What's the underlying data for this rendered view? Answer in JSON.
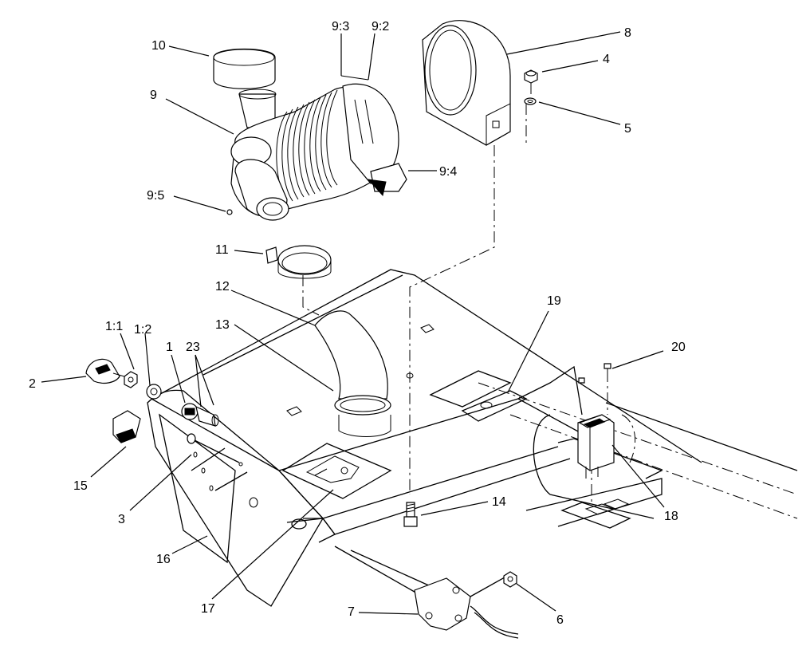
{
  "callouts": {
    "c10": "10",
    "c9": "9",
    "c9_3": "9:3",
    "c9_2": "9:2",
    "c8": "8",
    "c4": "4",
    "c5": "5",
    "c9_4": "9:4",
    "c9_5": "9:5",
    "c11": "11",
    "c12": "12",
    "c13": "13",
    "c19": "19",
    "c1_1": "1:1",
    "c1_2": "1:2",
    "c1": "1",
    "c23": "23",
    "c20": "20",
    "c2": "2",
    "c15": "15",
    "c3": "3",
    "c14": "14",
    "c18": "18",
    "c16": "16",
    "c17": "17",
    "c7": "7",
    "c6": "6"
  },
  "icons": [
    "air-cleaner",
    "precleaner-cap",
    "mounting-band",
    "hose-clamp",
    "intake-elbow",
    "ignition-switch",
    "key",
    "fuel-gauge",
    "hour-meter",
    "console-panel",
    "nut",
    "washer",
    "bolt",
    "bracket"
  ]
}
